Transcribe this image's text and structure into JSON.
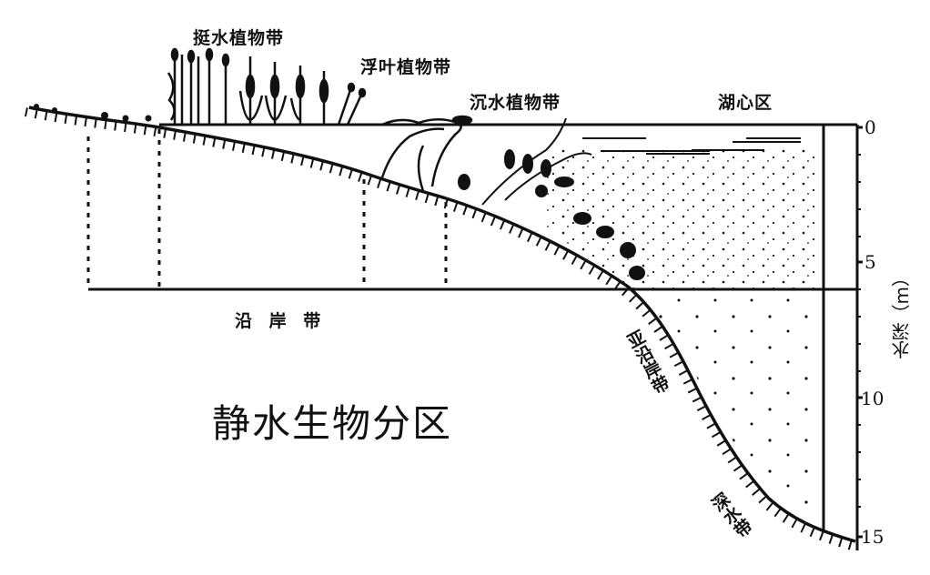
{
  "title": "静水生物分区",
  "zones": {
    "emergent": "挺水植物带",
    "floating_leaf": "浮叶植物带",
    "submerged": "沉水植物带",
    "lake_center": "湖心区",
    "littoral": "沿 岸 带",
    "sublittoral": "亚沿岸带",
    "profundal": "深水带"
  },
  "axis": {
    "label": "水深（m）",
    "unit": "m",
    "ticks": [
      "0",
      "5",
      "10",
      "15"
    ]
  },
  "colors": {
    "ink": "#111111",
    "background": "#ffffff"
  }
}
